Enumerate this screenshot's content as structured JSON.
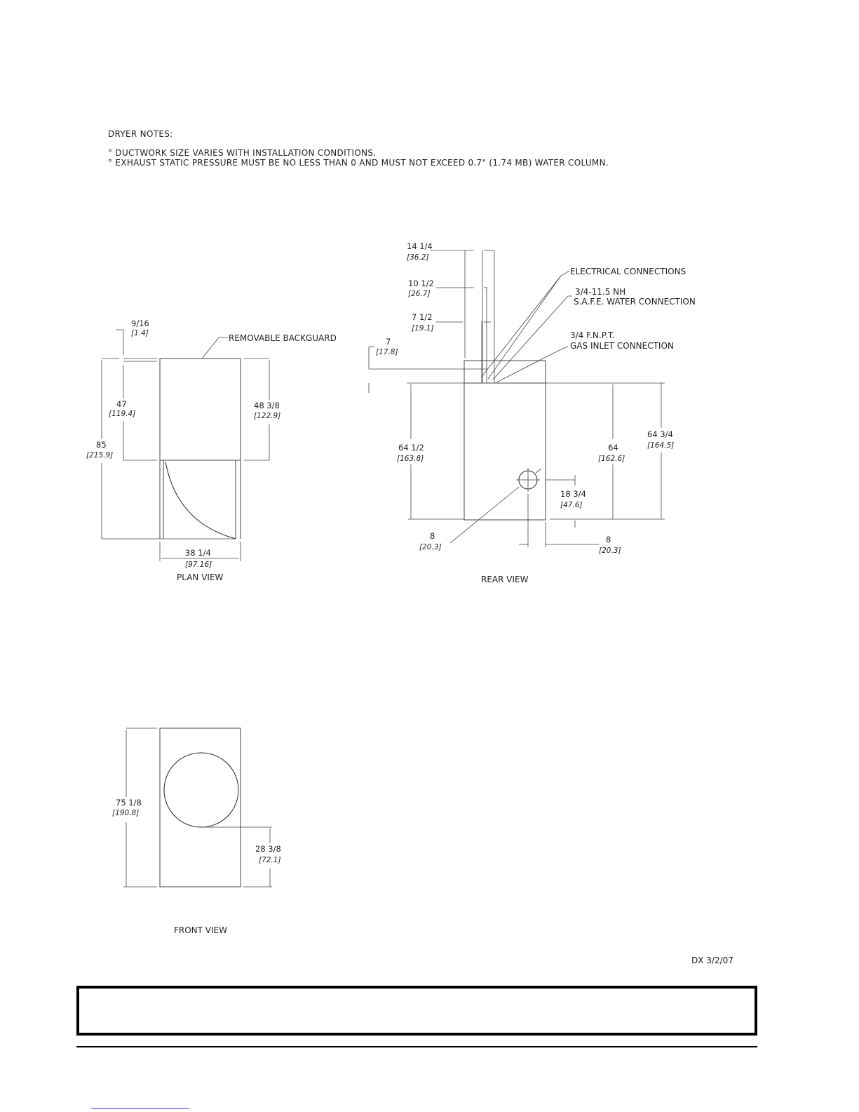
{
  "notes": {
    "title": "DRYER NOTES:",
    "items": [
      "° DUCTWORK SIZE VARIES WITH INSTALLATION CONDITIONS.",
      "° EXHAUST STATIC PRESSURE MUST BE NO LESS THAN 0 AND MUST NOT EXCEED 0.7\" (1.74 MB) WATER COLUMN."
    ]
  },
  "plan_view": {
    "label": "PLAN VIEW",
    "callout": "REMOVABLE BACKGUARD",
    "dims": [
      {
        "in": "9/16",
        "mm": "[1.4]"
      },
      {
        "in": "47",
        "mm": "[119.4]"
      },
      {
        "in": "85",
        "mm": "[215.9]"
      },
      {
        "in": "48 3/8",
        "mm": "[122.9]"
      },
      {
        "in": "38 1/4",
        "mm": "[97.16]"
      }
    ]
  },
  "rear_view": {
    "label": "REAR VIEW",
    "callouts": [
      "ELECTRICAL CONNECTIONS",
      "3/4-11.5 NH",
      "S.A.F.E. WATER CONNECTION",
      "3/4 F.N.P.T.",
      "GAS INLET CONNECTION"
    ],
    "dims": [
      {
        "in": "14 1/4",
        "mm": "[36.2]"
      },
      {
        "in": "10 1/2",
        "mm": "[26.7]"
      },
      {
        "in": "7 1/2",
        "mm": "[19.1]"
      },
      {
        "in": "7",
        "mm": "[17.8]"
      },
      {
        "in": "64 1/2",
        "mm": "[163.8]"
      },
      {
        "in": "64",
        "mm": "[162.6]"
      },
      {
        "in": "64 3/4",
        "mm": "[164.5]"
      },
      {
        "in": "18 3/4",
        "mm": "[47.6]"
      },
      {
        "in": "8",
        "mm": "[20.3]"
      },
      {
        "in": "8",
        "mm": "[20.3]"
      }
    ]
  },
  "front_view": {
    "label": "FRONT VIEW",
    "dims": [
      {
        "in": "75 1/8",
        "mm": "[190.8]"
      },
      {
        "in": "28 3/8",
        "mm": "[72.1]"
      }
    ]
  },
  "revision": "DX 3/2/07"
}
